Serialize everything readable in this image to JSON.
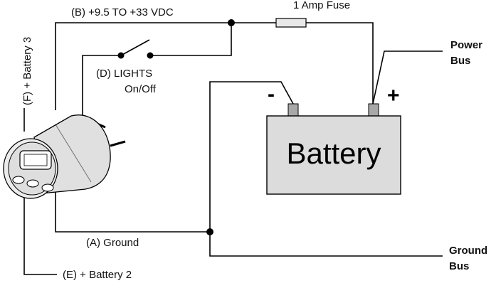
{
  "labels": {
    "supply": "(B) +9.5 TO +33 VDC",
    "fuse": "1 Amp Fuse",
    "lights_line1": "(D) LIGHTS",
    "lights_line2": "On/Off",
    "battery3": "(F) + Battery 3",
    "ground": "(A) Ground",
    "battery2": "(E) + Battery 2",
    "power_bus_line1": "Power",
    "power_bus_line2": "Bus",
    "ground_bus_line1": "Ground",
    "ground_bus_line2": "Bus",
    "battery": "Battery",
    "minus": "-",
    "plus": "+"
  },
  "colors": {
    "battery_fill": "#dcdcdc",
    "terminal_fill": "#a8a8a8",
    "gauge_body": "#e6e6e6",
    "display_fill": "#ffffff",
    "wire": "#000000"
  }
}
